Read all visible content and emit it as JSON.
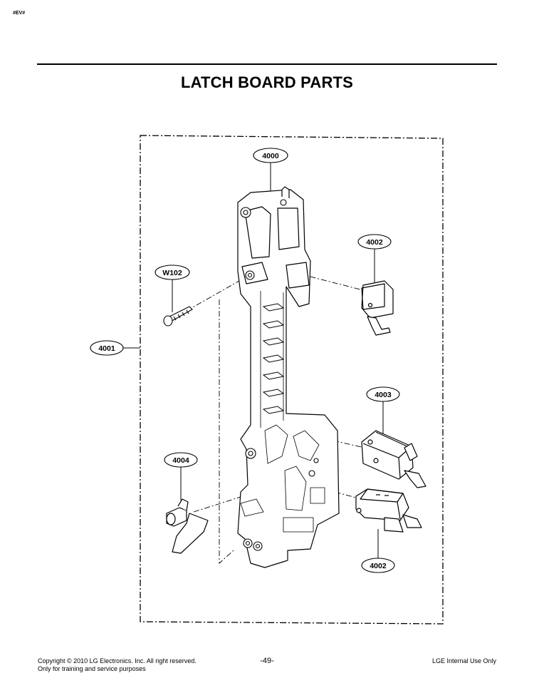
{
  "header": {
    "tag": "#EV#",
    "title": "LATCH BOARD PARTS"
  },
  "callouts": {
    "latch_board": "4000",
    "assembly": "4001",
    "switch_upper": "4002",
    "switch_middle": "4003",
    "switch_lower": "4002",
    "lever": "4004",
    "screw": "W102"
  },
  "footer": {
    "copyright": "Copyright © 2010 LG Electronics. Inc. All right reserved.",
    "note": "Only for training and service purposes",
    "page_number": "-49-",
    "classification": "LGE Internal Use Only"
  }
}
